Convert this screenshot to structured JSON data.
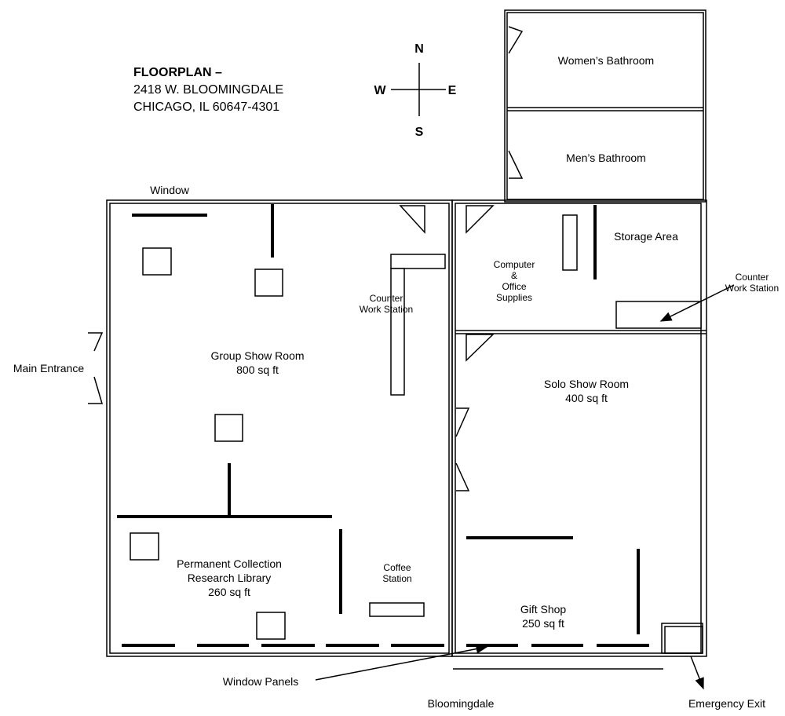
{
  "title": {
    "heading": "FLOORPLAN –",
    "address_line1": "2418 W. BLOOMINGDALE",
    "address_line2": "CHICAGO, IL  60647-4301"
  },
  "compass": {
    "north": "N",
    "south": "S",
    "east": "E",
    "west": "W"
  },
  "rooms": {
    "womens_bathroom": "Women’s Bathroom",
    "mens_bathroom": "Men’s Bathroom",
    "storage_area": "Storage Area",
    "computer_office": [
      "Computer",
      "&",
      "Office",
      "Supplies"
    ],
    "group_show_room": {
      "name": "Group Show Room",
      "size": "800 sq ft"
    },
    "solo_show_room": {
      "name": "Solo Show Room",
      "size": "400 sq ft"
    },
    "permanent_collection": {
      "name_line1": "Permanent Collection",
      "name_line2": "Research Library",
      "size": "260 sq ft"
    },
    "gift_shop": {
      "name": "Gift Shop",
      "size": "250 sq ft"
    }
  },
  "labels": {
    "window": "Window",
    "main_entrance": "Main Entrance",
    "counter_ws_left": [
      "Counter",
      "Work Station"
    ],
    "counter_ws_right": [
      "Counter",
      "Work Station"
    ],
    "coffee_station": [
      "Coffee",
      "Station"
    ],
    "window_panels": "Window Panels",
    "street": "Bloomingdale",
    "emergency_exit": "Emergency Exit"
  }
}
